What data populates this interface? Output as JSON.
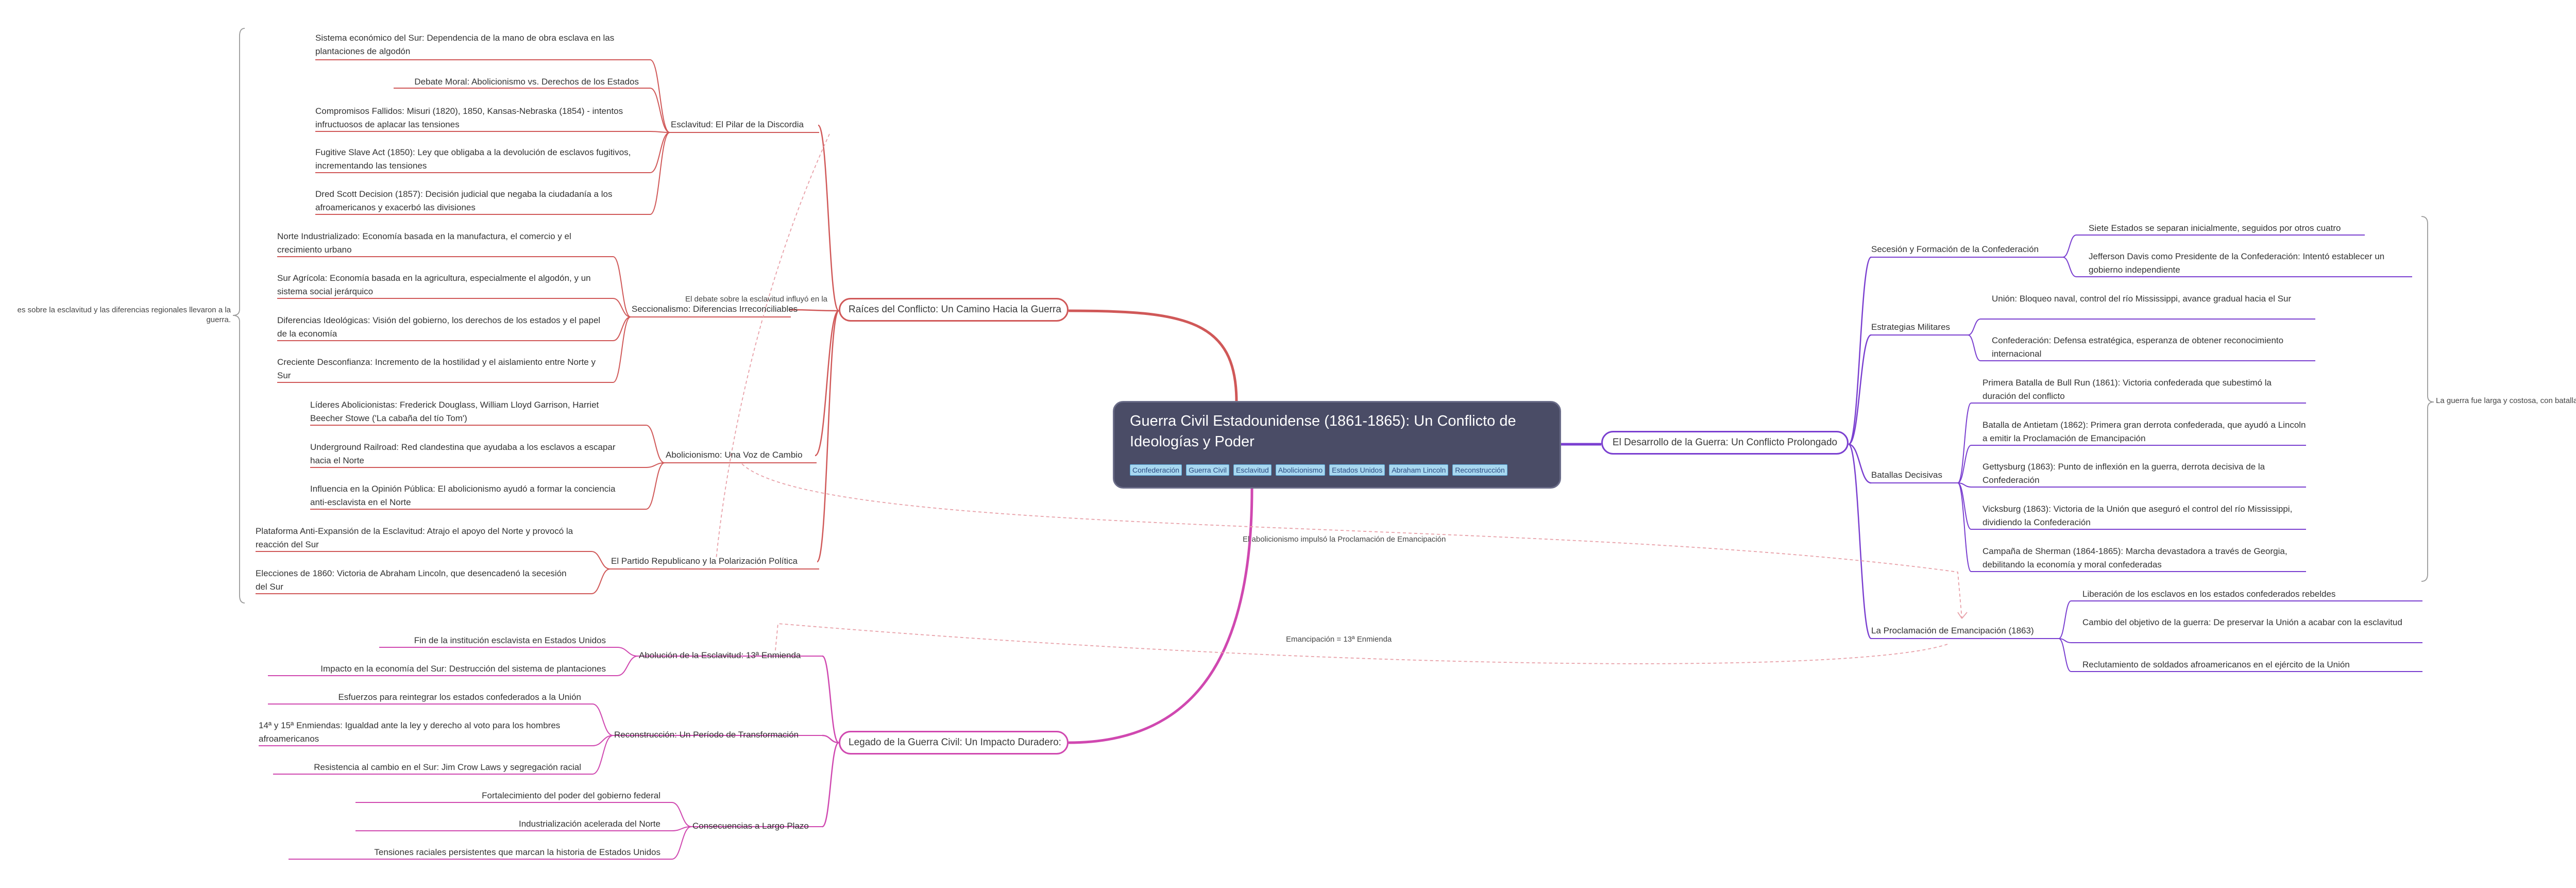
{
  "central": {
    "title": "Guerra Civil Estadounidense (1861-1865): Un Conflicto de Ideologías y Poder",
    "tags": [
      "Confederación",
      "Guerra Civil",
      "Esclavitud",
      "Abolicionismo",
      "Estados Unidos",
      "Abraham Lincoln",
      "Reconstrucción"
    ]
  },
  "colors": {
    "red": "#d05858",
    "purple": "#7a3fd0",
    "pink": "#d048b0",
    "central": "#4a4c66",
    "tag": "#a8d8f0"
  },
  "raices": {
    "title": "Raíces del Conflicto: Un Camino Hacia la Guerra",
    "summary": "es sobre la esclavitud y las diferencias regionales llevaron a la guerra.",
    "sub": [
      {
        "label": "Esclavitud: El Pilar de la Discordia",
        "leaves": [
          "Sistema económico del Sur: Dependencia de la mano de obra esclava en las plantaciones de algodón",
          "Debate Moral: Abolicionismo vs. Derechos de los Estados",
          "Compromisos Fallidos: Misuri (1820), 1850, Kansas-Nebraska (1854) - intentos infructuosos de aplacar las tensiones",
          "Fugitive Slave Act (1850): Ley que obligaba a la devolución de esclavos fugitivos, incrementando las tensiones",
          "Dred Scott Decision (1857): Decisión judicial que negaba la ciudadanía a los afroamericanos y exacerbó las divisiones"
        ]
      },
      {
        "label": "Seccionalismo: Diferencias Irreconciliables",
        "leaves": [
          "Norte Industrializado: Economía basada en la manufactura, el comercio y el crecimiento urbano",
          "Sur Agrícola: Economía basada en la agricultura, especialmente el algodón, y un sistema social jerárquico",
          "Diferencias Ideológicas: Visión del gobierno, los derechos de los estados y el papel de la economía",
          "Creciente Desconfianza: Incremento de la hostilidad y el aislamiento entre Norte y Sur"
        ]
      },
      {
        "label": "Abolicionismo: Una Voz de Cambio",
        "leaves": [
          "Líderes Abolicionistas: Frederick Douglass, William Lloyd Garrison, Harriet Beecher Stowe ('La cabaña del tío Tom')",
          "Underground Railroad: Red clandestina que ayudaba a los esclavos a escapar hacia el Norte",
          "Influencia en la Opinión Pública: El abolicionismo ayudó a formar la conciencia anti-esclavista en el Norte"
        ]
      },
      {
        "label": "El Partido Republicano y la Polarización Política",
        "leaves": [
          "Plataforma Anti-Expansión de la Esclavitud: Atrajo el apoyo del Norte y provocó la reacción del Sur",
          "Elecciones de 1860: Victoria de Abraham Lincoln, que desencadenó la secesión del Sur"
        ]
      }
    ]
  },
  "desarrollo": {
    "title": "El Desarrollo de la Guerra: Un Conflicto Prolongado",
    "summary": "La guerra fue larga y costosa, con batallas decisivas que marc",
    "sub": [
      {
        "label": "Secesión y Formación de la Confederación",
        "leaves": [
          "Siete Estados se separan inicialmente, seguidos por otros cuatro",
          "Jefferson Davis como Presidente de la Confederación: Intentó establecer un gobierno independiente"
        ]
      },
      {
        "label": "Estrategias Militares",
        "leaves": [
          "Unión: Bloqueo naval, control del río Mississippi, avance gradual hacia el Sur",
          "Confederación: Defensa estratégica, esperanza de obtener reconocimiento internacional"
        ]
      },
      {
        "label": "Batallas Decisivas",
        "leaves": [
          "Primera Batalla de Bull Run (1861): Victoria confederada que subestimó la duración del conflicto",
          "Batalla de Antietam (1862): Primera gran derrota confederada, que ayudó a Lincoln a emitir la Proclamación de Emancipación",
          "Gettysburg (1863): Punto de inflexión en la guerra, derrota decisiva de la Confederación",
          "Vicksburg (1863): Victoria de la Unión que aseguró el control del río Mississippi, dividiendo la Confederación",
          "Campaña de Sherman (1864-1865): Marcha devastadora a través de Georgia, debilitando la economía y moral confederadas"
        ]
      },
      {
        "label": "La Proclamación de Emancipación (1863)",
        "leaves": [
          "Liberación de los esclavos en los estados confederados rebeldes",
          "Cambio del objetivo de la guerra: De preservar la Unión a acabar con la esclavitud",
          "Reclutamiento de soldados afroamericanos en el ejército de la Unión"
        ]
      }
    ]
  },
  "legado": {
    "title": "Legado de la Guerra Civil: Un Impacto Duradero:",
    "sub": [
      {
        "label": "Abolución de la Esclavitud: 13ª Enmienda",
        "leaves": [
          "Fin de la institución esclavista en Estados Unidos",
          "Impacto en la economía del Sur: Destrucción del sistema de plantaciones"
        ]
      },
      {
        "label": "Reconstrucción: Un Período de Transformación",
        "leaves": [
          "Esfuerzos para reintegrar los estados confederados a la Unión",
          "14ª y 15ª Enmiendas: Igualdad ante la ley y derecho al voto para los hombres afroamericanos",
          "Resistencia al cambio en el Sur: Jim Crow Laws y segregación racial"
        ]
      },
      {
        "label": "Consecuencias a Largo Plazo",
        "leaves": [
          "Fortalecimiento del poder del gobierno federal",
          "Industrialización acelerada del Norte",
          "Tensiones raciales persistentes que marcan la historia de Estados Unidos"
        ]
      }
    ]
  },
  "relations": [
    "El debate sobre la esclavitud influyó en la",
    "El abolicionismo impulsó la Proclamación de Emancipación",
    "Emancipación = 13ª Enmienda"
  ]
}
